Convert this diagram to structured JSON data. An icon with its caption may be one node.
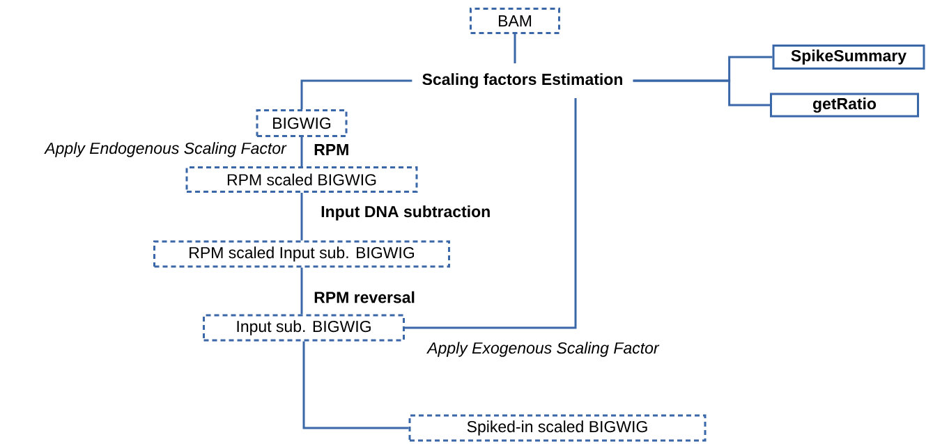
{
  "diagram": {
    "nodes": [
      {
        "text": [
          "BAM"
        ]
      },
      {
        "text": [
          "Scaling factors Estimation"
        ]
      },
      {
        "text": [
          "SpikeSummary"
        ]
      },
      {
        "text": [
          "getRatio"
        ]
      },
      {
        "text": [
          "BIGWIG"
        ]
      },
      {
        "text": [
          "RPM scaled BIGWIG"
        ]
      },
      {
        "text": [
          "RPM scaled Input sub. BIGWIG"
        ]
      },
      {
        "text": [
          "Input sub. BIGWIG"
        ]
      },
      {
        "text": [
          "Spiked-in scaled BIGWIG"
        ]
      }
    ],
    "edges": [
      {
        "from": 0,
        "to": 1,
        "arrow": "none"
      },
      {
        "from": 1,
        "to": 2,
        "arrow": "none"
      },
      {
        "from": 1,
        "to": 3,
        "arrow": "none"
      },
      {
        "from": 1,
        "to": 4,
        "arrow": "none"
      },
      {
        "from": 4,
        "to": 5,
        "arrow": "none",
        "label": "RPM"
      },
      {
        "from": 5,
        "to": 6,
        "arrow": "none",
        "label": "Input DNA subtraction"
      },
      {
        "from": 6,
        "to": 7,
        "arrow": "none",
        "label": "RPM reversal"
      },
      {
        "from": 1,
        "to": 7,
        "arrow": "none"
      },
      {
        "from": 7,
        "to": 8,
        "arrow": "none"
      }
    ],
    "labels": [
      "Apply Endogenous Scaling Factor",
      "Apply Exogenous Scaling Factor"
    ]
  }
}
